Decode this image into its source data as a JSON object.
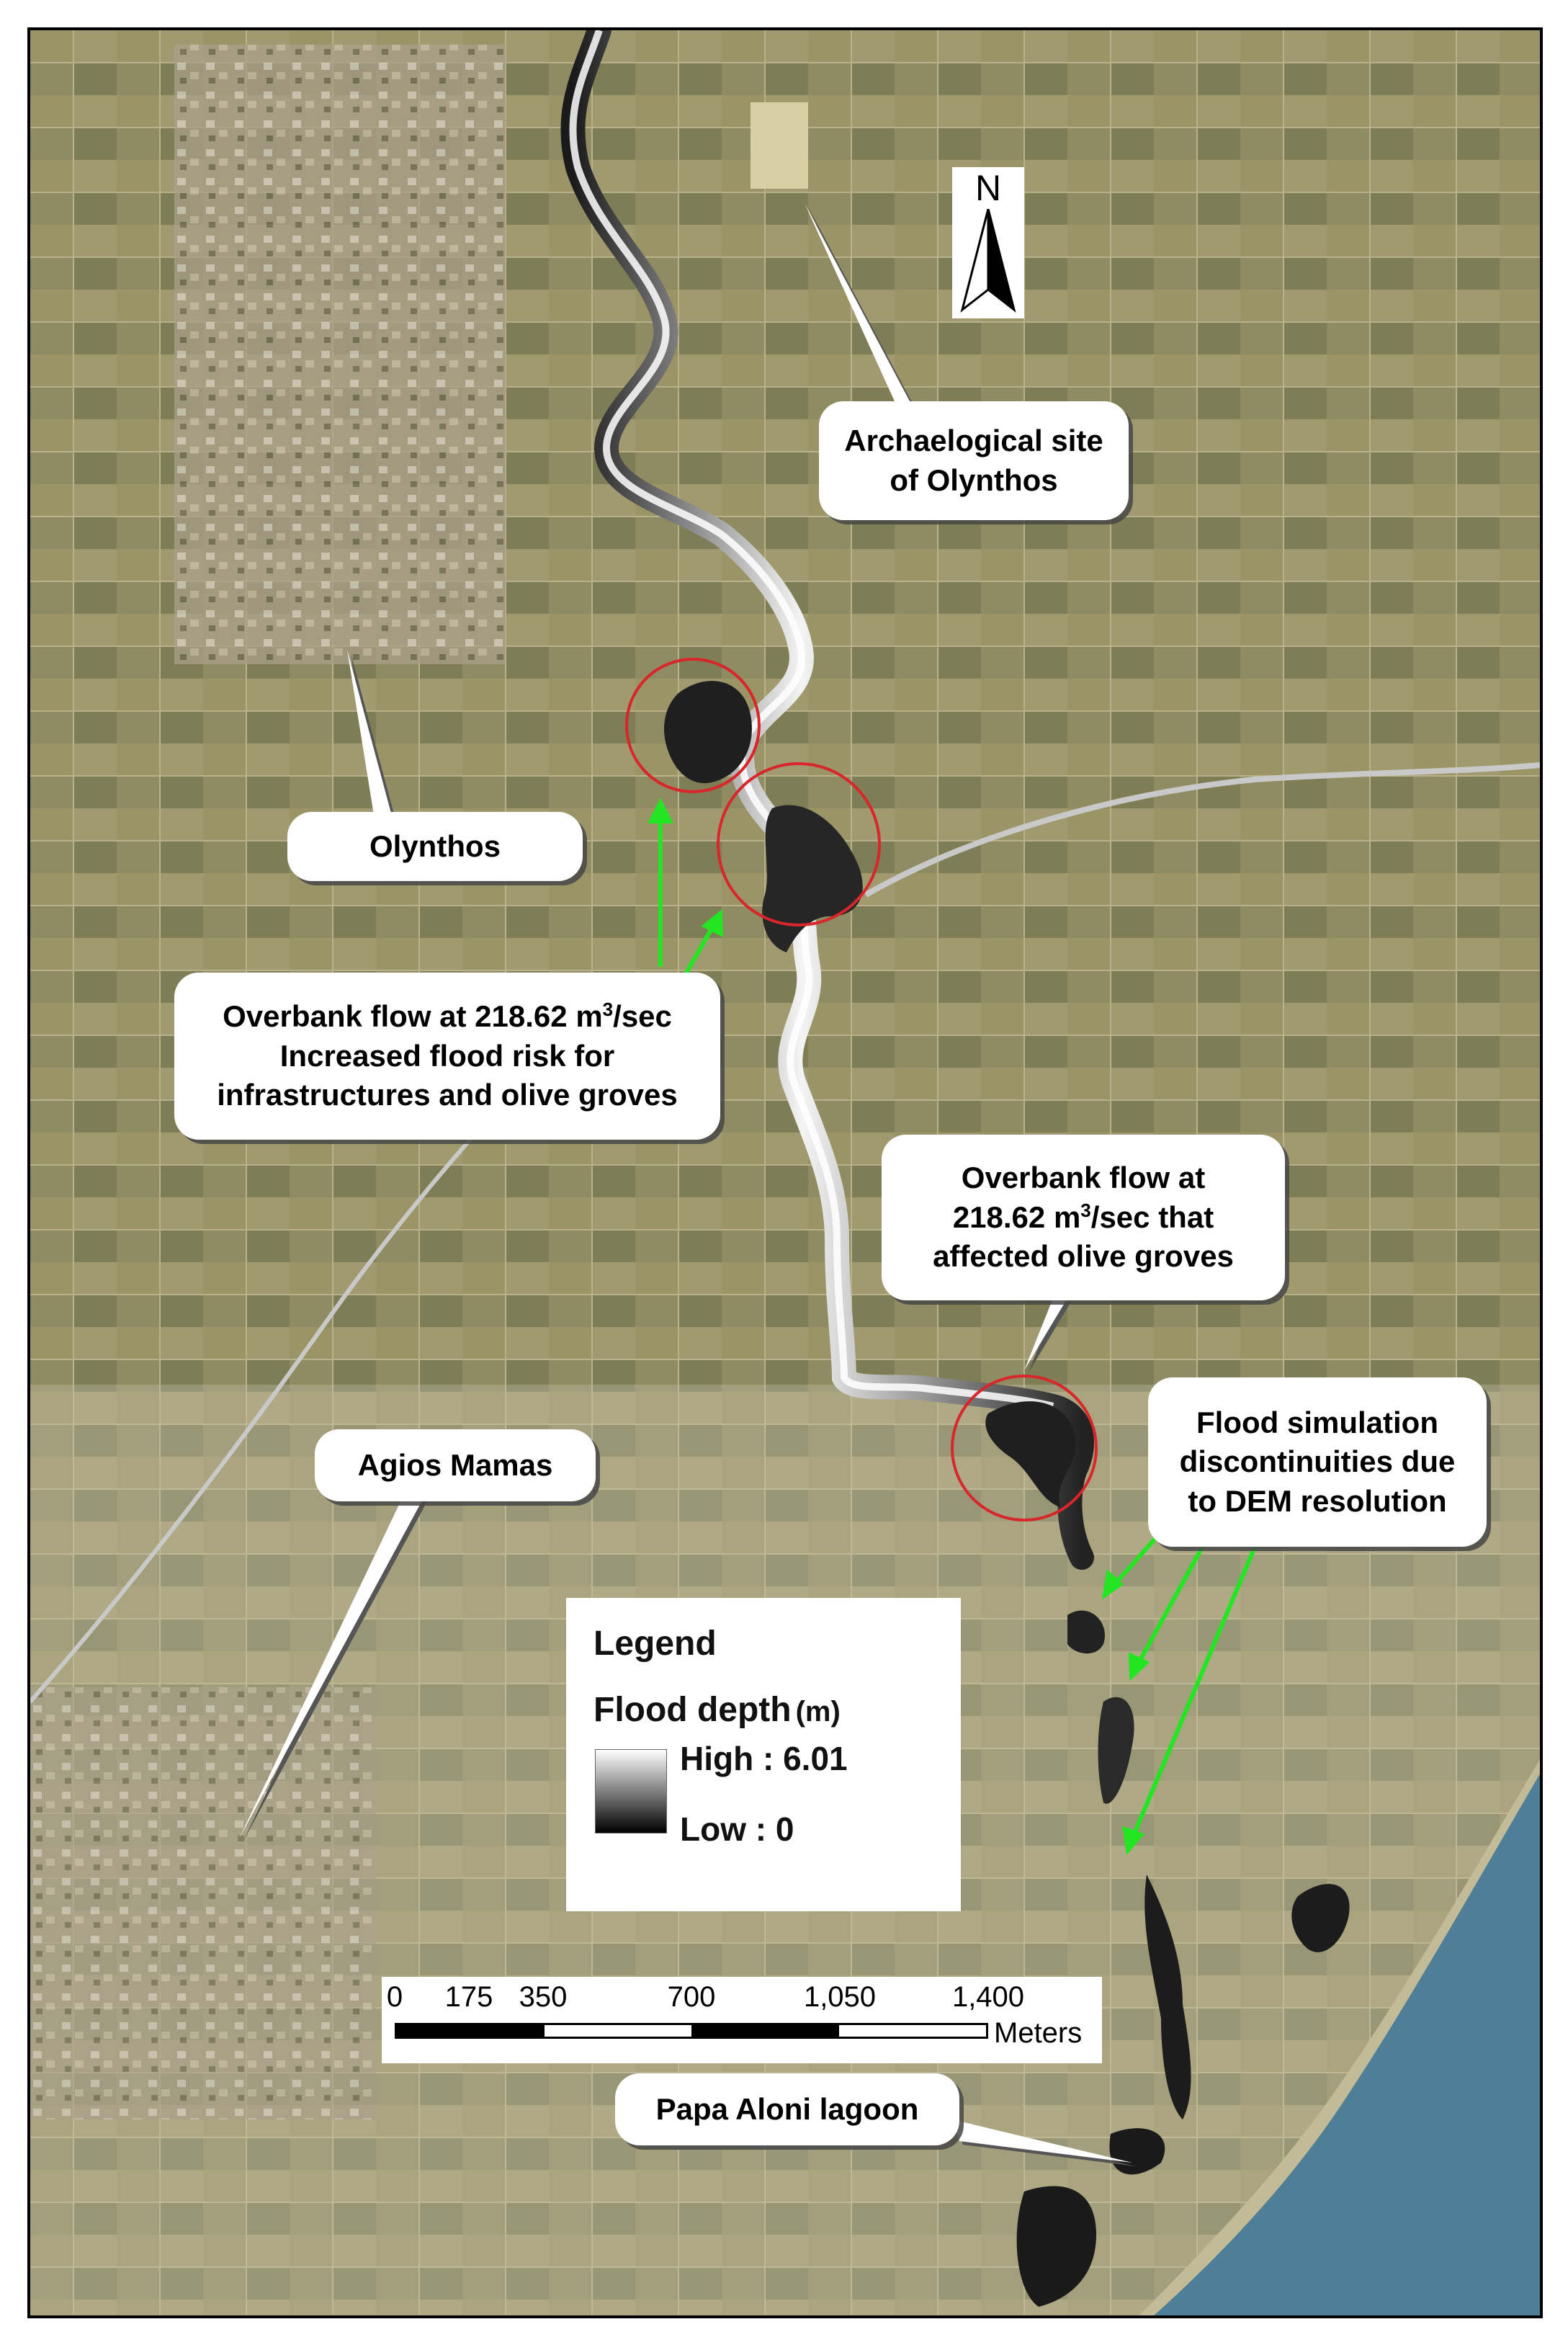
{
  "north_arrow": {
    "letter": "N"
  },
  "callouts": {
    "archaeological": [
      "Archaelogical site",
      "of Olynthos"
    ],
    "olynthos": "Olynthos",
    "overbank_infra": {
      "line1_pre": "Overbank flow at 218.62 m",
      "line1_sup": "3",
      "line1_post": "/sec",
      "line2": "Increased flood risk for",
      "line3": "infrastructures and olive groves"
    },
    "overbank_olive": {
      "line1": "Overbank flow at",
      "line2_pre": "218.62 m",
      "line2_sup": "3",
      "line2_post": "/sec that",
      "line3": "affected  olive groves"
    },
    "simulation": [
      "Flood simulation",
      "discontinuities due",
      "to DEM resolution"
    ],
    "agios_mamas": "Agios Mamas",
    "papa_aloni": "Papa Aloni lagoon"
  },
  "legend": {
    "title": "Legend",
    "layer": "Flood depth",
    "unit": "(m)",
    "high": "High : 6.01",
    "low": "Low : 0",
    "ramp_colors": [
      "#ffffff",
      "#000000"
    ]
  },
  "scale_bar": {
    "ticks": [
      "0",
      "175",
      "350",
      "700",
      "1,050",
      "1,400"
    ],
    "units": "Meters"
  },
  "colors": {
    "flood_circle": "#d8262a",
    "pointer_arrow": "#22e622",
    "sea": "#4f7f98"
  }
}
